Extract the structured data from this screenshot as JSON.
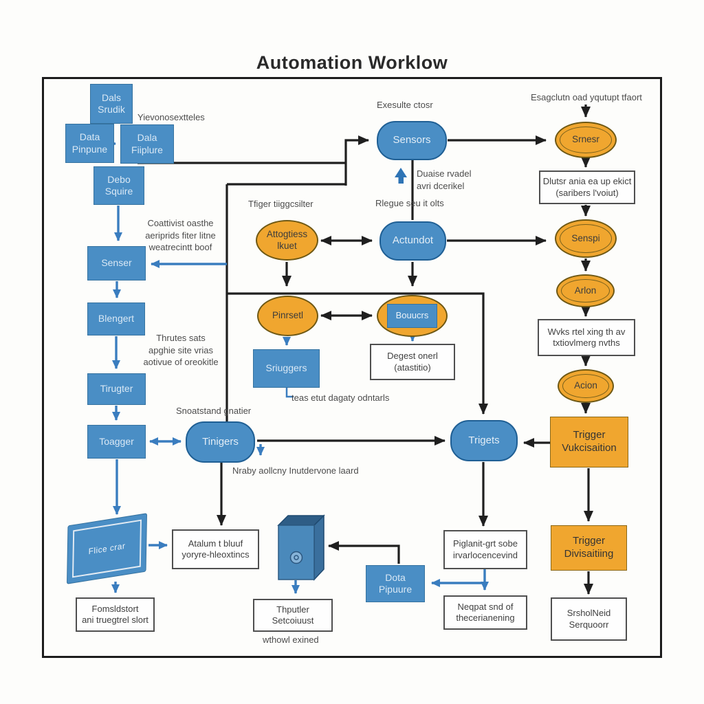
{
  "palette": {
    "blue": "#4a8ec5",
    "blue_dark": "#1f5f94",
    "blue_line": "#3a7dbf",
    "orange": "#f0a62f",
    "black_line": "#1f1f1f",
    "background": "#fdfdfb",
    "text_on_blue": "#d9e8f5"
  },
  "title": "Automation Worklow",
  "left": {
    "data_studio": {
      "lines": [
        "Dals",
        "Srudik"
      ]
    },
    "pipeline_note": "Yievonosextteles",
    "data_pipeline_a": {
      "lines": [
        "Data",
        "Pinpune"
      ]
    },
    "data_pipeline_b": {
      "lines": [
        "Dala",
        "Fiiplure"
      ]
    },
    "data_source": {
      "lines": [
        "Debo",
        "Squire"
      ]
    },
    "source_note": {
      "lines": [
        "Coattivist oasthe",
        "aeriprids fiter litne",
        "weatrecintt boof"
      ]
    },
    "senser": "Senser",
    "blengert": "Blengert",
    "blengert_note": {
      "lines": [
        "Thrutes sats",
        "apghie site vrias",
        "aotivue of oreokitle"
      ]
    },
    "tirugter": "Tirugter",
    "toagger": "Toagger",
    "tinigers": "Tinigers",
    "tinigers_note": "Snoatstand gnatier",
    "screen_label": "Flice crar",
    "atalum_box": {
      "lines": [
        "Atalum t bluuf",
        "yoryre-hleoxtincs"
      ]
    },
    "fomsld_box": {
      "lines": [
        "Fomsldstort",
        "ani truegtrel slort"
      ]
    }
  },
  "center": {
    "execute_note": "Exesulte ctosr",
    "sensors": "Sensors",
    "sensors_note1": {
      "lines": [
        "Duaise rvadel",
        "avri dcerikel"
      ]
    },
    "sensors_note2": "Rlegue seu it olts",
    "trigger_filter_note": "Tfiger tiiggcsilter",
    "attogtiess": {
      "lines": [
        "Attogtiess",
        "lkuet"
      ]
    },
    "actundot": "Actundot",
    "pinrsetl": "Pinrsetl",
    "bouucrs": "Bouucrs",
    "sriuggers": "Sriuggers",
    "degest_box": {
      "lines": [
        "Degest onerl",
        "(atastitio)"
      ]
    },
    "sriuggers_note": "teas etut dagaty odntarls",
    "nraby_note": "Nraby aollcny Inutdervone laard",
    "trigets": "Trigets",
    "piglanit_box": {
      "lines": [
        "Piglanit-grt sobe",
        "irvarlocencevind"
      ]
    },
    "neqpat_box": {
      "lines": [
        "Neqpat snd of",
        "thecerianening"
      ]
    },
    "data_pipeline_c": {
      "lines": [
        "Dota",
        "Pipuure"
      ]
    },
    "thputler_box": {
      "lines": [
        "Thputler",
        "Setcoiuust"
      ]
    },
    "thputler_note": "wthowl exined"
  },
  "right": {
    "execute_note": "Esagclutn oad yqutupt tfaort",
    "srnesr": "Srnesr",
    "dlutsr_box": {
      "lines": [
        "Dlutsr ania ea up ekict",
        "(saribers l'voiut)"
      ]
    },
    "senspi": "Senspi",
    "arlon": "Arlon",
    "wvks_box": {
      "lines": [
        "Wvks rtel xing th av",
        "txtiovlmerg nvths"
      ]
    },
    "acion": "Acion",
    "trigger_vuk": {
      "lines": [
        "Trigger",
        "Vukcisaition"
      ]
    },
    "trigger_div": {
      "lines": [
        "Trigger",
        "Divisaitiing"
      ]
    },
    "srshol_box": {
      "lines": [
        "SrsholNeid",
        "Serquoorr"
      ]
    }
  },
  "icons": {
    "sensors_up_arrow": "arrow-up-icon",
    "device_circle": "power-button-icon"
  }
}
